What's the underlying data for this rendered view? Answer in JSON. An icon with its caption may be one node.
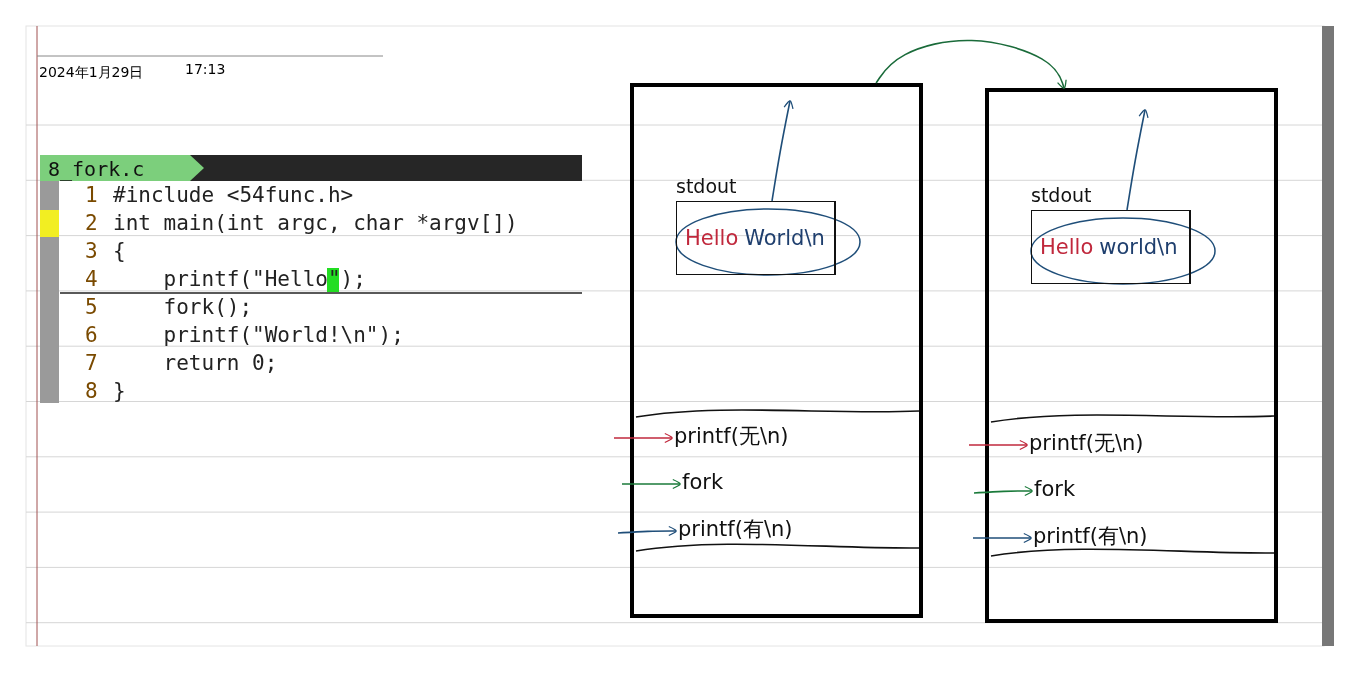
{
  "diagram": {
    "nodes": [
      {
        "text": [],
        "shape": "box"
      },
      {
        "text": [
          "stdout",
          "Hello",
          "World\\n"
        ],
        "in": 0
      },
      {
        "text": [
          "printf(无\\n)"
        ],
        "in": 0
      },
      {
        "text": [
          "fork"
        ],
        "in": 0
      },
      {
        "text": [
          "printf(有\\n)"
        ],
        "in": 0
      },
      {
        "text": [],
        "shape": "box"
      },
      {
        "text": [
          "stdout",
          "Hello",
          "world\\n"
        ],
        "in": 5
      },
      {
        "text": [
          "printf(无\\n)"
        ],
        "in": 5
      },
      {
        "text": [
          "fork"
        ],
        "in": 5
      },
      {
        "text": [
          "printf(有\\n)"
        ],
        "in": 5
      }
    ],
    "edges": [
      {
        "from": 0,
        "to": 5,
        "arrow": "to",
        "color": "#1a6b3a"
      },
      {
        "from": null,
        "to": 2,
        "arrow": "to",
        "color": "#c0283c"
      },
      {
        "from": null,
        "to": 3,
        "arrow": "to",
        "color": "#1a7a3a"
      },
      {
        "from": null,
        "to": 4,
        "arrow": "to",
        "color": "#1f4e79"
      },
      {
        "from": 1,
        "to": null,
        "arrow": "to",
        "color": "#1f4e79"
      },
      {
        "from": null,
        "to": 7,
        "arrow": "to",
        "color": "#c0283c"
      },
      {
        "from": null,
        "to": 8,
        "arrow": "to",
        "color": "#1a7a3a"
      },
      {
        "from": null,
        "to": 9,
        "arrow": "to",
        "color": "#1f4e79"
      },
      {
        "from": 6,
        "to": null,
        "arrow": "to",
        "color": "#1f4e79"
      }
    ],
    "labels": [
      "2024年1月29日",
      "17:13",
      "8_fork.c",
      "1",
      "#include <54func.h>",
      "2",
      "int main(int argc, char *argv[])",
      "3",
      "{",
      "4",
      "    printf(\"Hello\");",
      "5",
      "    fork();",
      "6",
      "    printf(\"World!\\n\");",
      "7",
      "    return 0;",
      "8",
      "}"
    ]
  }
}
